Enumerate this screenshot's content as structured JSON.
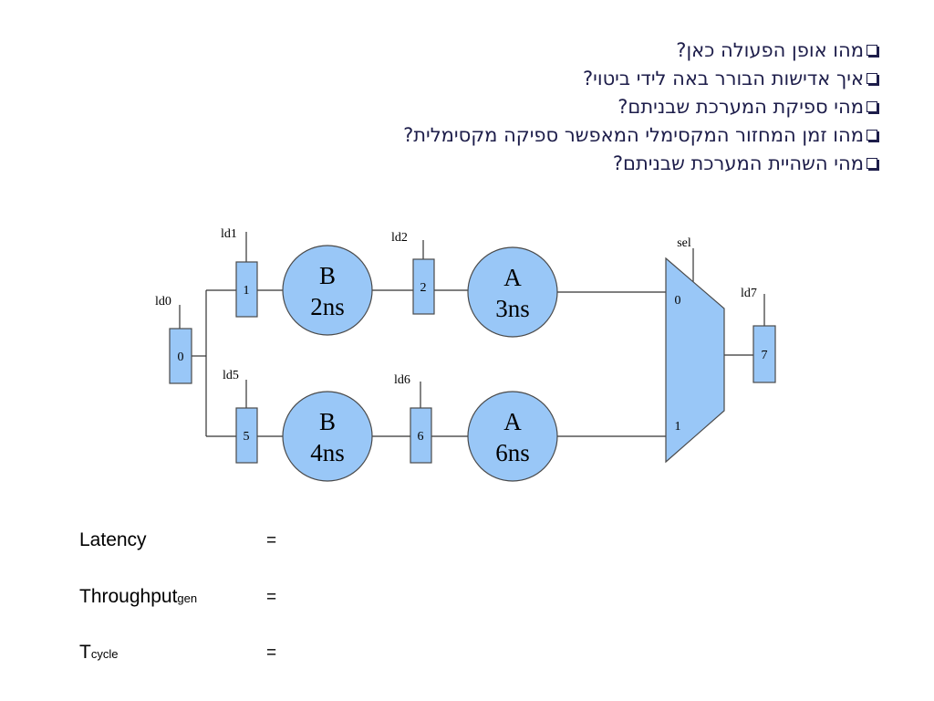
{
  "questions": [
    "מהו אופן הפעולה כאן?",
    "איך אדישות הבורר באה לידי ביטוי?",
    "מהי ספיקת המערכת שבניתם?",
    "מהו זמן המחזור המקסימלי המאפשר ספיקה מקסימלית?",
    "מהי השהיית המערכת שבניתם?"
  ],
  "diagram": {
    "colors": {
      "fill": "#99c7f7",
      "stroke": "#4a4a4a",
      "wire": "#333333"
    },
    "registers": [
      "0",
      "1",
      "2",
      "5",
      "6",
      "7"
    ],
    "load_signals": [
      "ld0",
      "ld1",
      "ld2",
      "ld5",
      "ld6",
      "ld7"
    ],
    "stages": [
      {
        "unit": "B",
        "delay": "2ns"
      },
      {
        "unit": "A",
        "delay": "3ns"
      },
      {
        "unit": "B",
        "delay": "4ns"
      },
      {
        "unit": "A",
        "delay": "6ns"
      }
    ],
    "mux": {
      "select": "sel",
      "input0": "0",
      "input1": "1"
    }
  },
  "metrics": [
    {
      "label": "Latency",
      "sub": "",
      "eq": "="
    },
    {
      "label": "Throughput",
      "sub": "gen",
      "eq": "="
    },
    {
      "label": "T",
      "sub": "cycle",
      "eq": "="
    }
  ]
}
